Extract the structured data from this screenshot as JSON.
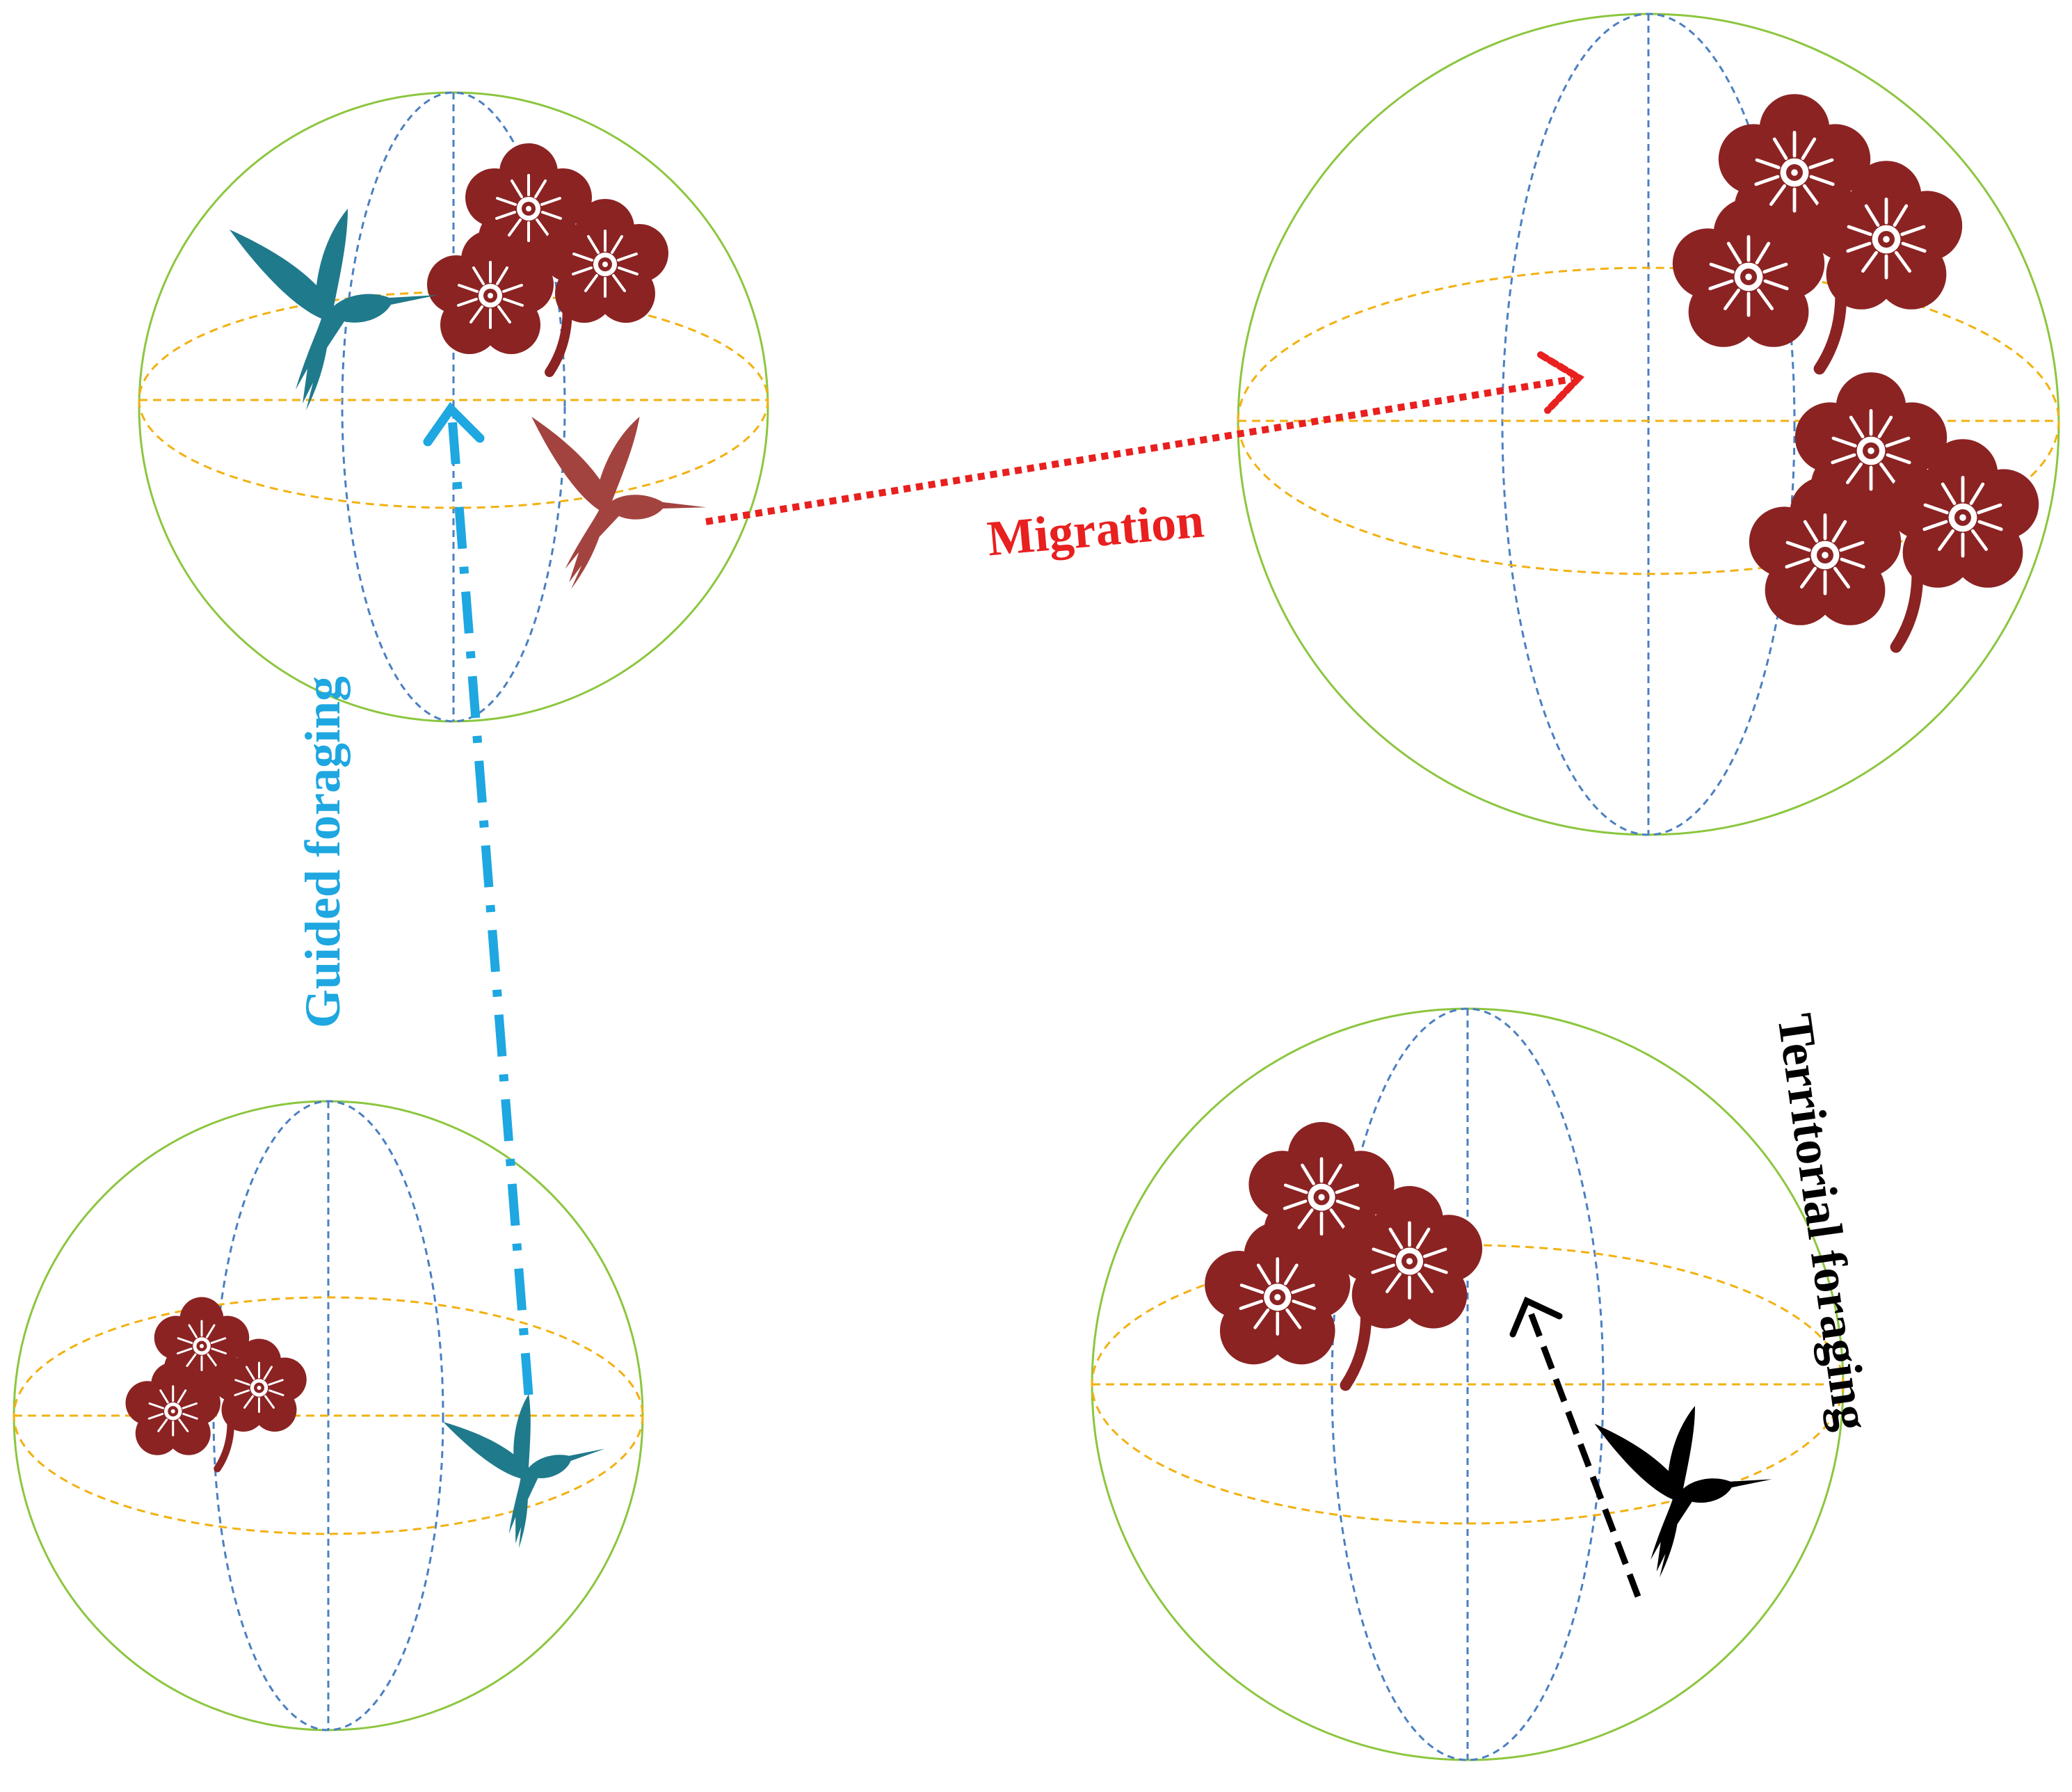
{
  "labels": {
    "migration": "Migration",
    "guided_foraging": "Guided foraging",
    "territorial_foraging": "Territorial foraging"
  },
  "colors": {
    "sphere_outline": "#8cc63f",
    "meridian": "#4a7fc1",
    "equator": "#f2b111",
    "flower": "#8b2323",
    "bird_teal": "#1f7a8c",
    "bird_red": "#a3433f",
    "bird_black": "#000000",
    "migration_arrow": "#e8201f",
    "guided_arrow": "#1ea7e1",
    "territorial_arrow": "#000000"
  },
  "icons": [
    "hummingbird-icon",
    "flower-cluster-icon",
    "sphere-icon",
    "arrow-icon"
  ]
}
